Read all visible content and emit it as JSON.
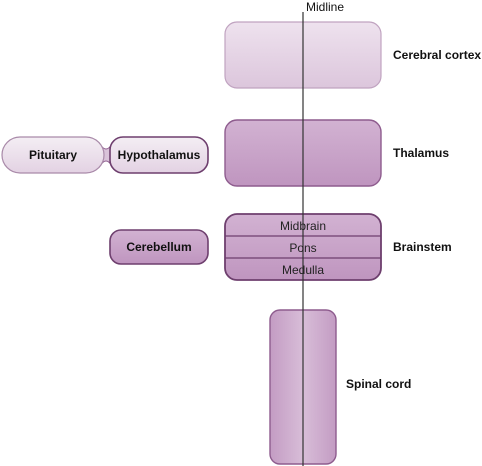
{
  "midline": "Midline",
  "structures": {
    "cerebral_cortex": "Cerebral cortex",
    "thalamus": "Thalamus",
    "hypothalamus": "Hypothalamus",
    "pituitary": "Pituitary",
    "cerebellum": "Cerebellum",
    "brainstem": "Brainstem",
    "midbrain": "Midbrain",
    "pons": "Pons",
    "medulla": "Medulla",
    "spinal_cord": "Spinal cord"
  },
  "colors": {
    "cortex_fill": "#e6d6e6",
    "thalamus_fill": "#c9a6c9",
    "hypothalamus_fill": "#e6d6e6",
    "pituitary_fill": "#efe6ef",
    "cerebellum_fill": "#c9a6c9",
    "brainstem_fill": "#c9a6c9",
    "spinal_fill": "#c9a6c9",
    "stroke": "#6e3f6e"
  }
}
